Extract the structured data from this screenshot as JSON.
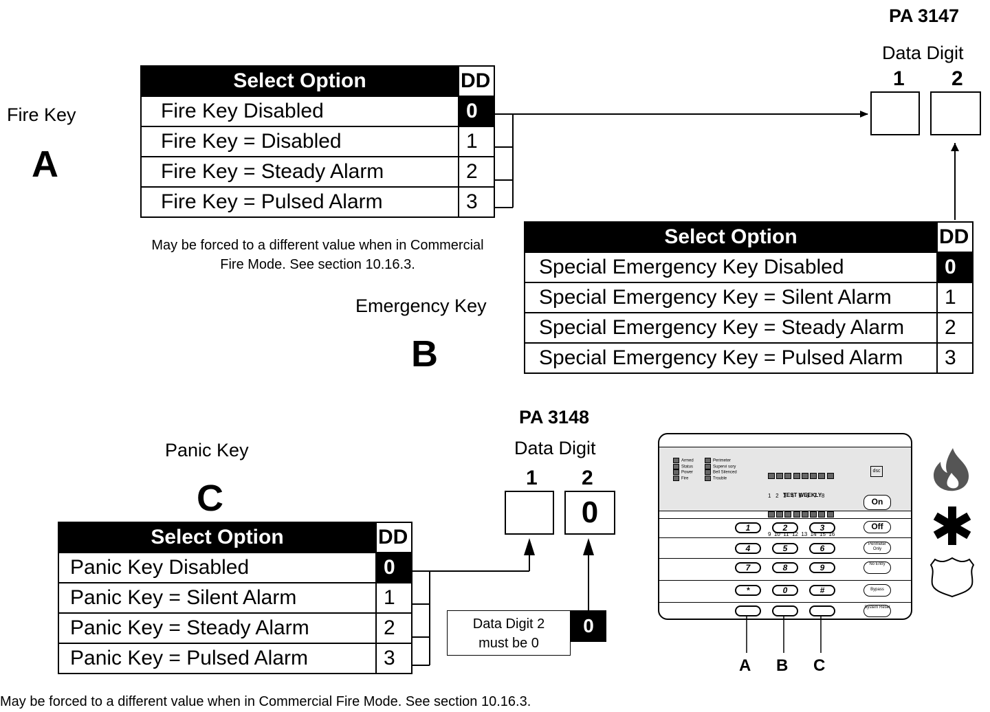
{
  "pa3147": {
    "label": "PA 3147",
    "data_digit_label": "Data Digit",
    "digit1": "1",
    "digit2": "2",
    "box1_value": "",
    "box2_value": ""
  },
  "pa3148": {
    "label": "PA 3148",
    "data_digit_label": "Data Digit",
    "digit1": "1",
    "digit2": "2",
    "box1_value": "",
    "box2_value": "0"
  },
  "fire_key": {
    "name": "Fire Key",
    "letter": "A",
    "table": {
      "header_option": "Select Option",
      "header_dd": "DD",
      "rows": [
        {
          "option": "Fire Key Disabled",
          "dd": "0"
        },
        {
          "option": "Fire Key = Disabled",
          "dd": "1"
        },
        {
          "option": "Fire Key = Steady Alarm",
          "dd": "2"
        },
        {
          "option": "Fire Key = Pulsed Alarm",
          "dd": "3"
        }
      ]
    },
    "note": "May be forced to a different value when in Commercial Fire Mode. See section 10.16.3."
  },
  "emergency_key": {
    "name": "Emergency Key",
    "letter": "B",
    "table": {
      "header_option": "Select Option",
      "header_dd": "DD",
      "rows": [
        {
          "option": "Special Emergency Key Disabled",
          "dd": "0"
        },
        {
          "option": "Special Emergency Key = Silent Alarm",
          "dd": "1"
        },
        {
          "option": "Special Emergency Key = Steady Alarm",
          "dd": "2"
        },
        {
          "option": "Special Emergency Key = Pulsed Alarm",
          "dd": "3"
        }
      ]
    }
  },
  "panic_key": {
    "name": "Panic Key",
    "letter": "C",
    "table": {
      "header_option": "Select Option",
      "header_dd": "DD",
      "rows": [
        {
          "option": "Panic Key Disabled",
          "dd": "0"
        },
        {
          "option": "Panic Key = Silent Alarm",
          "dd": "1"
        },
        {
          "option": "Panic Key = Steady Alarm",
          "dd": "2"
        },
        {
          "option": "Panic Key = Pulsed Alarm",
          "dd": "3"
        }
      ]
    },
    "note": "May be forced to a different value when in Commercial Fire Mode. See section 10.16.3."
  },
  "callout": {
    "text_line1": "Data Digit 2",
    "text_line2": "must be 0",
    "value": "0"
  },
  "keypad": {
    "status_leds": [
      "Armed",
      "Status",
      "Power",
      "Fire"
    ],
    "status_leds2": [
      "Perimeter",
      "Supervi sory",
      "Bell Silenced",
      "Trouble"
    ],
    "zones_row1": "1   2   3   4   5   6   7   8",
    "zones_row2": "9  10  11  12  13  14  15  16",
    "test_label": "TEST WEEKLY",
    "logo": "dsc",
    "keys": [
      "1",
      "2",
      "3",
      "4",
      "5",
      "6",
      "7",
      "8",
      "9",
      "*",
      "0",
      "#"
    ],
    "func_on": "On",
    "func_off": "Off",
    "func_perimeter": "Perimeter Only",
    "func_noentry": "No Entry",
    "func_bypass": "Bypass",
    "func_reset": "System Reset",
    "bottom_labels": [
      "A",
      "B",
      "C"
    ]
  },
  "icons": [
    "fire-icon",
    "asterisk-icon",
    "police-badge-icon"
  ]
}
